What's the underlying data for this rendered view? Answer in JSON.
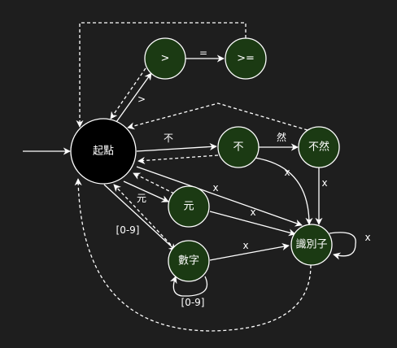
{
  "colors": {
    "background": "#1e1e1e",
    "start_fill": "#000000",
    "state_fill": "#1b3a13",
    "stroke": "#ffffff"
  },
  "nodes": {
    "start": "起點",
    "gt": ">",
    "gte": ">=",
    "bu": "不",
    "buran": "不然",
    "yuan": "元",
    "shuzi": "數字",
    "identifier": "識別子"
  },
  "edge_labels": {
    "gt_to_gte": "=",
    "start_to_gt": ">",
    "start_to_bu": "不",
    "bu_to_buran": "然",
    "start_to_yuan": "元",
    "start_to_shuzi": "[0-9]",
    "shuzi_loop": "[0-9]",
    "bu_to_identifier": "x",
    "buran_to_identifier": "x",
    "start_to_identifier": "x",
    "yuan_to_identifier": "x",
    "shuzi_to_identifier": "x",
    "identifier_loop": "x"
  }
}
